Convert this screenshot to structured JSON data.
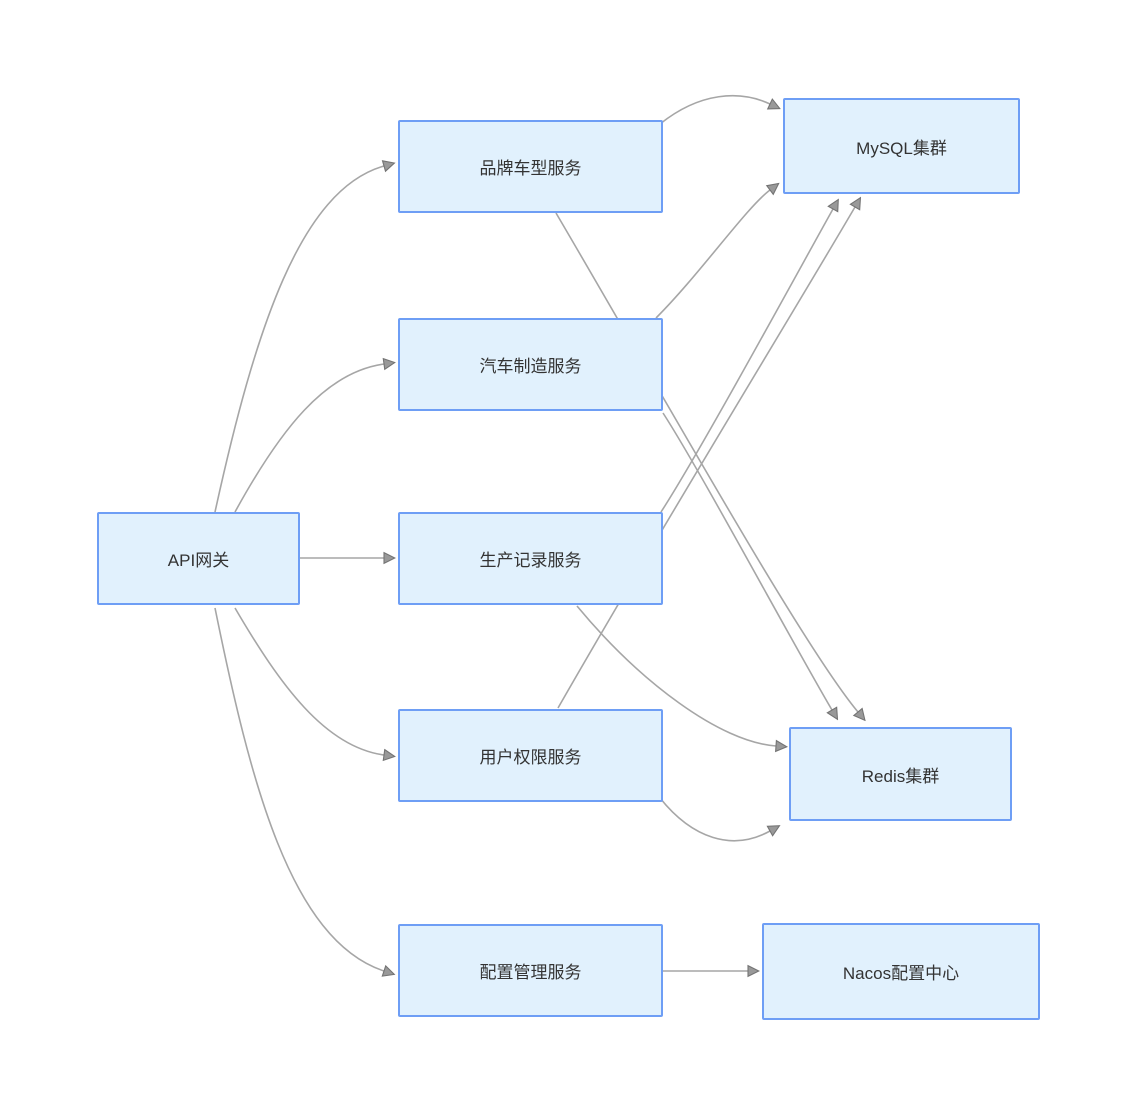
{
  "diagram": {
    "title": "",
    "nodes": [
      {
        "id": "api-gateway",
        "label": "API网关"
      },
      {
        "id": "brand-model-service",
        "label": "品牌车型服务"
      },
      {
        "id": "car-manufacturing-service",
        "label": "汽车制造服务"
      },
      {
        "id": "production-record-service",
        "label": "生产记录服务"
      },
      {
        "id": "user-permission-service",
        "label": "用户权限服务"
      },
      {
        "id": "config-management-service",
        "label": "配置管理服务"
      },
      {
        "id": "mysql-cluster",
        "label": "MySQL集群"
      },
      {
        "id": "redis-cluster",
        "label": "Redis集群"
      },
      {
        "id": "nacos-config-center",
        "label": "Nacos配置中心"
      }
    ],
    "edges": [
      {
        "from": "API网关",
        "to": "品牌车型服务"
      },
      {
        "from": "API网关",
        "to": "汽车制造服务"
      },
      {
        "from": "API网关",
        "to": "生产记录服务"
      },
      {
        "from": "API网关",
        "to": "用户权限服务"
      },
      {
        "from": "API网关",
        "to": "配置管理服务"
      },
      {
        "from": "品牌车型服务",
        "to": "MySQL集群"
      },
      {
        "from": "品牌车型服务",
        "to": "Redis集群"
      },
      {
        "from": "汽车制造服务",
        "to": "MySQL集群"
      },
      {
        "from": "汽车制造服务",
        "to": "Redis集群"
      },
      {
        "from": "生产记录服务",
        "to": "MySQL集群"
      },
      {
        "from": "生产记录服务",
        "to": "Redis集群"
      },
      {
        "from": "用户权限服务",
        "to": "MySQL集群"
      },
      {
        "from": "用户权限服务",
        "to": "Redis集群"
      },
      {
        "from": "配置管理服务",
        "to": "Nacos配置中心"
      }
    ],
    "colors": {
      "node_fill": "#e1f1fd",
      "node_border": "#6e9ef5",
      "edge_line": "#a6a6a6",
      "arrowhead": "#999999",
      "text": "#333333",
      "background": "#ffffff"
    }
  }
}
